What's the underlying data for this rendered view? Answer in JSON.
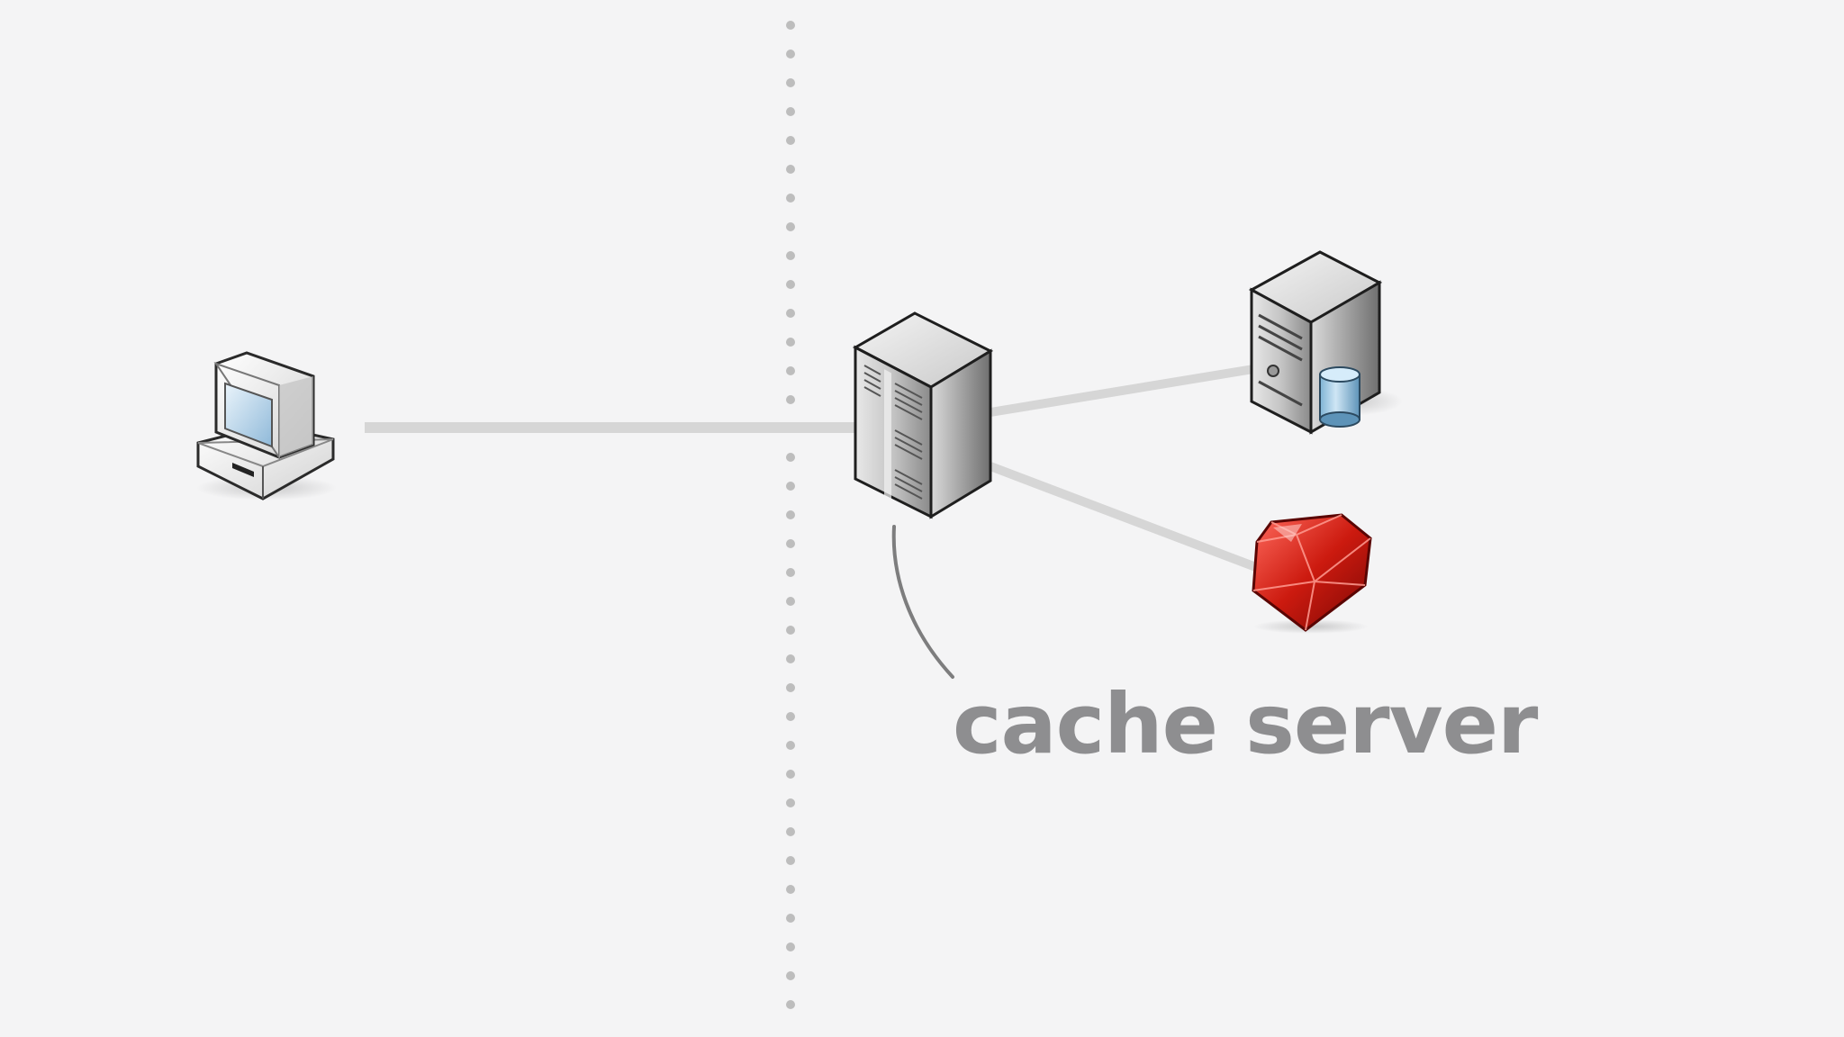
{
  "diagram": {
    "background_color": "#f4f4f5",
    "connector_color": "#d6d6d6",
    "divider_color": "#bdbdbd",
    "annotation_label": "cache server",
    "annotation_color": "#8e8e90",
    "nodes": [
      {
        "name": "client",
        "icon": "desktop-computer-icon"
      },
      {
        "name": "cache-server",
        "icon": "server-tower-icon"
      },
      {
        "name": "database-server",
        "icon": "database-server-icon"
      },
      {
        "name": "application",
        "icon": "ruby-gem-icon"
      }
    ]
  }
}
